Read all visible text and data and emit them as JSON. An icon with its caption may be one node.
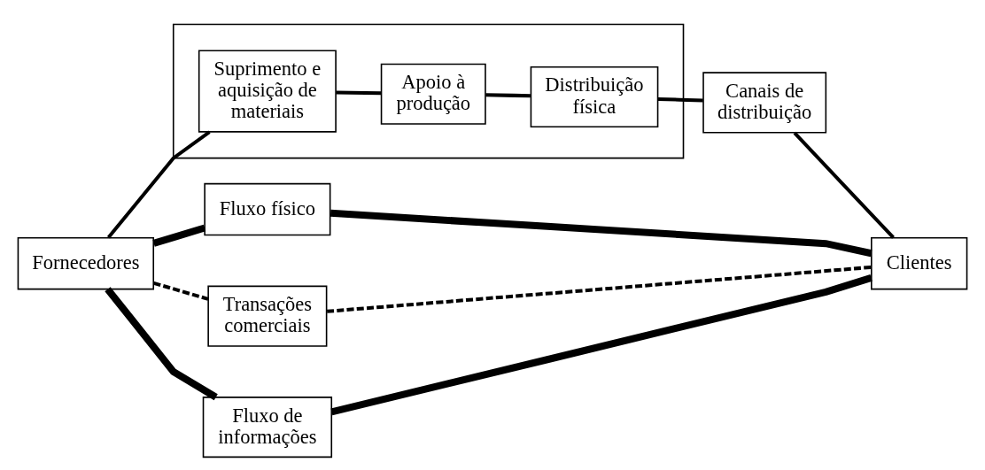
{
  "diagram": {
    "nodes": [
      {
        "text": [
          "Fluxo físico"
        ]
      },
      {
        "text": [
          "Fornecedores"
        ]
      },
      {
        "text": [],
        "shape": "box"
      },
      {
        "text": [
          "Suprimento e aquisição de materiais"
        ],
        "in": 2
      },
      {
        "text": [
          "Apoio à produção"
        ],
        "in": 2
      },
      {
        "text": [
          "Distribuição física"
        ],
        "in": 2
      },
      {
        "text": [
          "Canais de distribuição"
        ]
      },
      {
        "text": [
          "Clientes"
        ]
      },
      {
        "text": [
          "Transações comerciais"
        ]
      },
      {
        "text": [
          "Fluxo de informações"
        ]
      }
    ],
    "edges": [
      {
        "from": 1,
        "to": 0,
        "arrow": "none",
        "style": "thick"
      },
      {
        "from": 0,
        "to": 7,
        "arrow": "none",
        "style": "thick"
      },
      {
        "from": 1,
        "to": 3,
        "arrow": "none"
      },
      {
        "from": 3,
        "to": 4,
        "arrow": "none"
      },
      {
        "from": 4,
        "to": 5,
        "arrow": "none"
      },
      {
        "from": 5,
        "to": 6,
        "arrow": "none"
      },
      {
        "from": 6,
        "to": 7,
        "arrow": "none"
      },
      {
        "from": 1,
        "to": 8,
        "arrow": "none",
        "style": "dashed"
      },
      {
        "from": 8,
        "to": 7,
        "arrow": "none",
        "style": "dashed"
      },
      {
        "from": 1,
        "to": 9,
        "arrow": "none",
        "style": "thick"
      },
      {
        "from": 9,
        "to": 7,
        "arrow": "none",
        "style": "thick"
      }
    ]
  }
}
